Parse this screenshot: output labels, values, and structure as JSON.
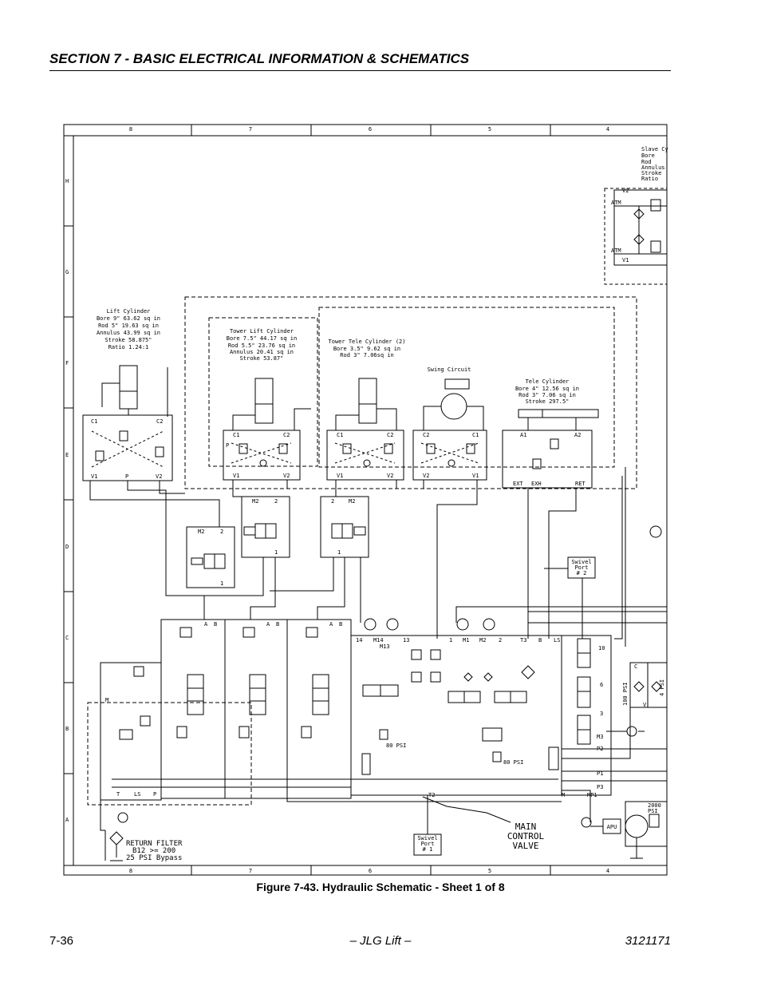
{
  "header": {
    "section_title": "SECTION 7 - BASIC ELECTRICAL INFORMATION & SCHEMATICS"
  },
  "frame": {
    "columns": [
      "8",
      "7",
      "6",
      "5",
      "4"
    ],
    "rows": [
      "H",
      "G",
      "F",
      "E",
      "D",
      "C",
      "B",
      "A"
    ]
  },
  "slave_cylinder": {
    "lines": [
      "Slave Cy",
      "Bore",
      "Rod",
      "Annulus",
      "Stroke",
      "Ratio"
    ],
    "ports": [
      "V2",
      "V1",
      "ATM",
      "ATM"
    ]
  },
  "lift_cylinder": {
    "lines": [
      "Lift Cylinder",
      "Bore 9\" 63.62 sq in",
      "Rod  5\" 19.63 sq in",
      "Annulus 43.99 sq in",
      "Stroke  58.875\"",
      "Ratio   1.24:1"
    ]
  },
  "tower_lift_cylinder": {
    "lines": [
      "Tower Lift Cylinder",
      "Bore 7.5\" 44.17 sq in",
      "Rod  5.5\"  23.76 sq in",
      "Annulus  20.41 sq in",
      "Stroke   53.87\""
    ]
  },
  "tower_tele_cylinder": {
    "lines": [
      "Tower Tele Cylinder (2)",
      "Bore 3.5\" 9.62 sq in",
      "Rod  3\"  7.06sq in"
    ]
  },
  "swing_circuit": {
    "label": "Swing Circuit"
  },
  "tele_cylinder": {
    "lines": [
      "Tele Cylinder",
      "Bore 4\" 12.56 sq in",
      "Rod  3\"  7.06 sq in",
      "Stroke  297.5\""
    ]
  },
  "valve_ports": {
    "c1": "C1",
    "c2": "C2",
    "v1": "V1",
    "v2": "V2",
    "p": "P",
    "a1": "A1",
    "a2": "A2",
    "ext": "EXT",
    "exh": "EXH",
    "ret": "RET",
    "m2": "M2",
    "two": "2",
    "one": "1"
  },
  "swivel_port_2": {
    "lines": [
      "Swivel",
      "Port",
      "# 2"
    ]
  },
  "swivel_port_1": {
    "lines": [
      "Swivel",
      "Port",
      "# 1"
    ]
  },
  "main_valve_ports": {
    "a": "A",
    "b": "B",
    "m": "M",
    "t": "T",
    "ls": "LS",
    "p": "P",
    "n14": "14",
    "m14": "M14",
    "n13": "13",
    "m13": "M13",
    "n1": "1",
    "m1": "M1",
    "m2": "M2",
    "n2": "2",
    "t3": "T3",
    "ls2": "LS",
    "n10": "10",
    "n6": "6",
    "n3": "3",
    "m3": "M3",
    "p2": "P2",
    "p1": "P1",
    "p3": "P3",
    "t2": "T2",
    "m_bottom": "M",
    "mp1": "MP1"
  },
  "pressures": {
    "p80a": "80 PSI",
    "p80b": "80 PSI",
    "p100": "100 PSI",
    "p4": "4 PSI",
    "c": "C",
    "v": "V",
    "p2000": "2000",
    "pst": "PSI"
  },
  "return_filter": {
    "lines": [
      "RETURN FILTER",
      "B12 >= 200",
      "25 PSI Bypass"
    ]
  },
  "main_control_valve": {
    "lines": [
      "MAIN",
      "CONTROL",
      "VALVE"
    ]
  },
  "apu": {
    "label": "APU"
  },
  "caption": "Figure 7-43.  Hydraulic Schematic - Sheet 1 of 8",
  "footer": {
    "page": "7-36",
    "center": "– JLG Lift –",
    "doc": "3121171"
  }
}
